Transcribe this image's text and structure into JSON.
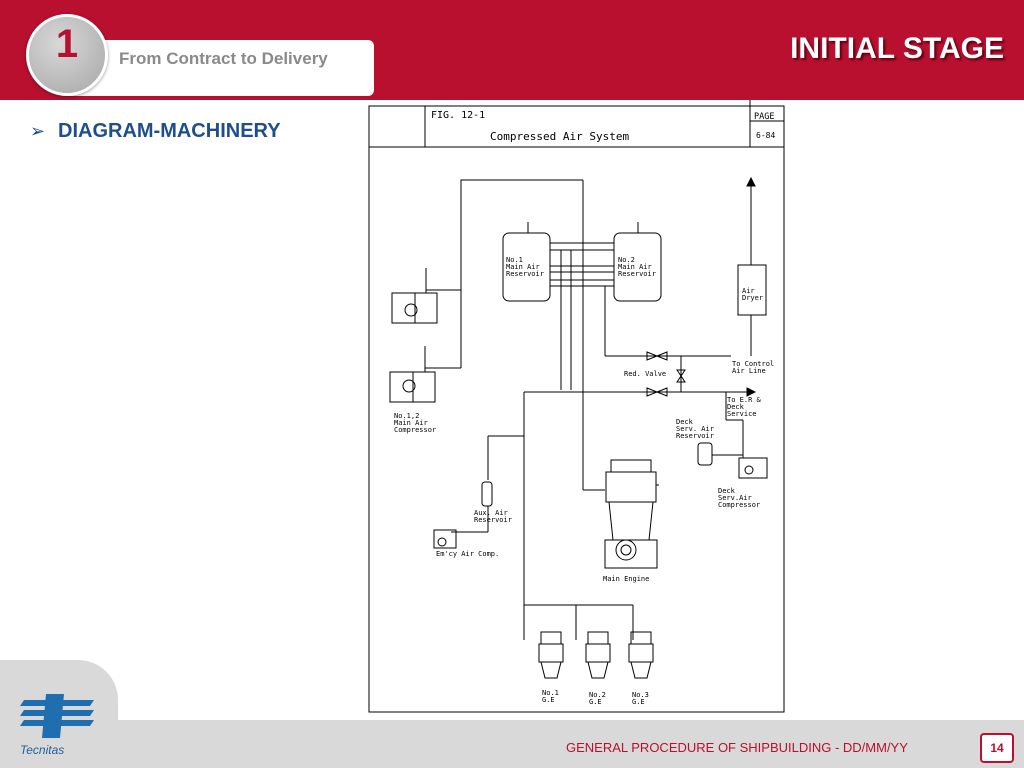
{
  "header": {
    "section_number": "1",
    "tab_label": "From Contract to Delivery",
    "title": "INITIAL STAGE"
  },
  "content": {
    "bullet_symbol": "➢",
    "bullet_text": "DIAGRAM-MACHINERY"
  },
  "diagram": {
    "fig_label": "FIG. 12-1",
    "page_label": "PAGE",
    "page_number": "6-84",
    "title": "Compressed Air System",
    "labels": {
      "no1_reservoir": [
        "No.1",
        "Main Air",
        "Reservoir"
      ],
      "no2_reservoir": [
        "No.2",
        "Main Air",
        "Reservoir"
      ],
      "air_dryer": [
        "Air",
        "Dryer"
      ],
      "main_compressor": [
        "No.1,2",
        "Main Air",
        "Compressor"
      ],
      "red_valve": "Red. Valve",
      "to_control": [
        "To Control",
        "Air Line"
      ],
      "to_er": [
        "To E.R &",
        "Deck",
        "Service"
      ],
      "deck_reservoir": [
        "Deck",
        "Serv. Air",
        "Reservoir"
      ],
      "deck_compressor": [
        "Deck",
        "Serv.Air",
        "Compressor"
      ],
      "aux_reservoir": [
        "Aux. Air",
        "Reservoir"
      ],
      "emcy_comp": "Em'cy Air Comp.",
      "main_engine": "Main Engine",
      "ge1": [
        "No.1",
        "G.E"
      ],
      "ge2": [
        "No.2",
        "G.E"
      ],
      "ge3": [
        "No.3",
        "G.E"
      ]
    }
  },
  "footer": {
    "text": "GENERAL PROCEDURE OF SHIPBUILDING  - DD/MM/YY",
    "page": "14",
    "logo_text": "Tecnitas"
  },
  "colors": {
    "brand_red": "#b8102e",
    "bullet_blue": "#1f4e8c",
    "footer_gray": "#d9d9d9"
  }
}
